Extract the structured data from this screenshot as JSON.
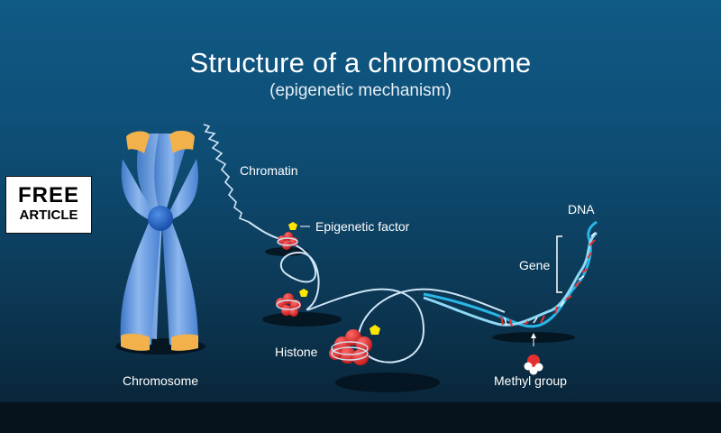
{
  "header": {
    "title": "Structure of a chromosome",
    "subtitle": "(epigenetic mechanism)"
  },
  "badge": {
    "line1": "FREE",
    "line2": "ARTICLE"
  },
  "labels": {
    "chromatin": "Chromatin",
    "epigenetic_factor": "Epigenetic factor",
    "dna": "DNA",
    "gene": "Gene",
    "histone": "Histone",
    "chromosome": "Chromosome",
    "methyl_group": "Methyl group"
  },
  "colors": {
    "background": "#0e4d74",
    "chromosome_body": "#5b93dc",
    "telomere": "#f2b14b",
    "centromere": "#1e63c6",
    "histone": "#e22626",
    "epigenetic_factor": "#ffe600",
    "dna_strand": "#29b6e8",
    "base_pair_red": "#e23030"
  }
}
